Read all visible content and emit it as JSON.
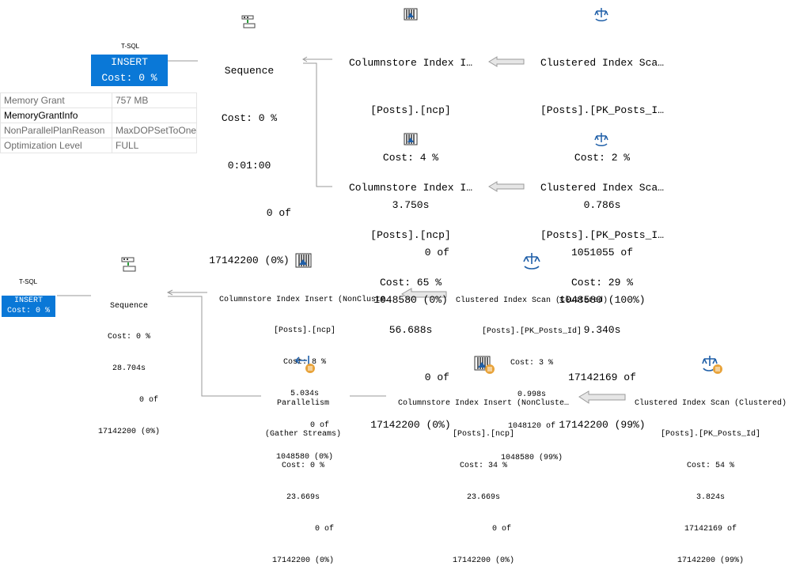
{
  "top": {
    "tsql_label": "T-SQL",
    "insert": {
      "line1": "INSERT",
      "line2": "Cost: 0 %"
    },
    "properties": [
      {
        "name": "Memory Grant",
        "value": "757 MB"
      },
      {
        "name": "MemoryGrantInfo",
        "value": ""
      },
      {
        "name": "NonParallelPlanReason",
        "value": "MaxDOPSetToOne"
      },
      {
        "name": "Optimization Level",
        "value": "FULL"
      }
    ],
    "sequence": {
      "name": "Sequence",
      "cost": "Cost: 0 %",
      "time": "0:01:00",
      "rows_a": "0 of",
      "rows_b": "17142200 (0%)"
    },
    "ci_insert_1": {
      "name": "Columnstore Index I…",
      "object": "[Posts].[ncp]",
      "cost": "Cost: 4 %",
      "time": "3.750s",
      "rows_a": "0 of",
      "rows_b": "1048580 (0%)"
    },
    "scan_1": {
      "name": "Clustered Index Sca…",
      "object": "[Posts].[PK_Posts_I…",
      "cost": "Cost: 2 %",
      "time": "0.786s",
      "rows_a": "1051055 of",
      "rows_b": "1048580 (100%)"
    },
    "ci_insert_2": {
      "name": "Columnstore Index I…",
      "object": "[Posts].[ncp]",
      "cost": "Cost: 65 %",
      "time": "56.688s",
      "rows_a": "0 of",
      "rows_b": "17142200 (0%)"
    },
    "scan_2": {
      "name": "Clustered Index Sca…",
      "object": "[Posts].[PK_Posts_I…",
      "cost": "Cost: 29 %",
      "time": "9.340s",
      "rows_a": "17142169 of",
      "rows_b": "17142200 (99%)"
    }
  },
  "bottom": {
    "tsql_label": "T-SQL",
    "insert": {
      "line1": "INSERT",
      "line2": "Cost: 0 %"
    },
    "sequence": {
      "name": "Sequence",
      "cost": "Cost: 0 %",
      "time": "28.704s",
      "rows_a": "0 of",
      "rows_b": "17142200 (0%)"
    },
    "ci_insert_1": {
      "name": "Columnstore Index Insert (NonCluste…",
      "object": "[Posts].[ncp]",
      "cost": "Cost: 8 %",
      "time": "5.034s",
      "rows_a": "0 of",
      "rows_b": "1048580 (0%)"
    },
    "scan_1": {
      "name": "Clustered Index Scan (Clustered)",
      "object": "[Posts].[PK_Posts_Id]",
      "cost": "Cost: 3 %",
      "time": "0.998s",
      "rows_a": "1048120 of",
      "rows_b": "1048580 (99%)"
    },
    "parallelism": {
      "name": "Parallelism",
      "object": "(Gather Streams)",
      "cost": "Cost: 0 %",
      "time": "23.669s",
      "rows_a": "0 of",
      "rows_b": "17142200 (0%)"
    },
    "ci_insert_2": {
      "name": "Columnstore Index Insert (NonCluste…",
      "object": "[Posts].[ncp]",
      "cost": "Cost: 34 %",
      "time": "23.669s",
      "rows_a": "0 of",
      "rows_b": "17142200 (0%)"
    },
    "scan_2": {
      "name": "Clustered Index Scan (Clustered)",
      "object": "[Posts].[PK_Posts_Id]",
      "cost": "Cost: 54 %",
      "time": "3.824s",
      "rows_a": "17142169 of",
      "rows_b": "17142200 (99%)"
    }
  },
  "colors": {
    "insert_bg": "#0a78d7",
    "icon_blue": "#1f5fa8",
    "icon_orange": "#e8a33a",
    "arrow_gray": "#d9d9d9"
  }
}
